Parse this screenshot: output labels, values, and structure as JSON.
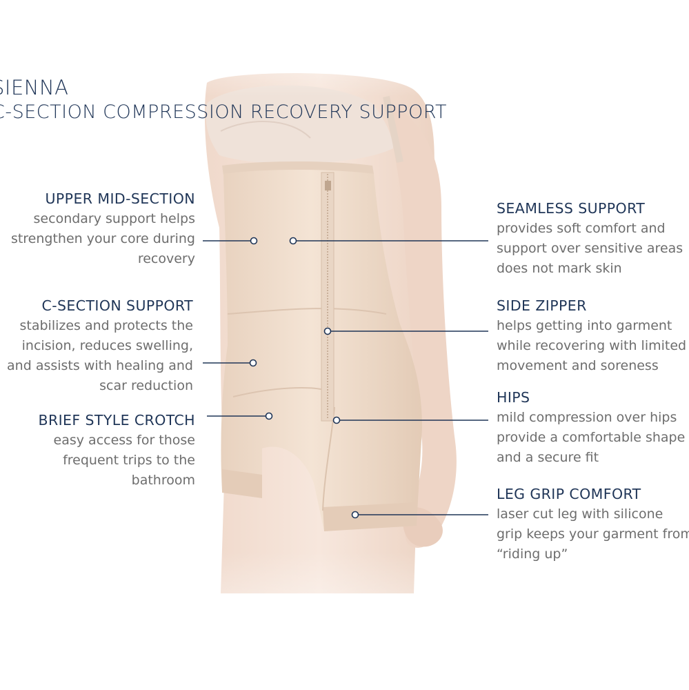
{
  "title": {
    "line1": "SIENNA",
    "line2": "C-SECTION COMPRESSION RECOVERY SUPPORT"
  },
  "callouts": {
    "upper_mid_section": {
      "heading": "UPPER MID-SECTION",
      "lines": [
        "secondary support helps",
        "strengthen your core during",
        "recovery"
      ]
    },
    "c_section_support": {
      "heading": "C-SECTION SUPPORT",
      "lines": [
        "stabilizes and protects the",
        "incision, reduces swelling,",
        "and assists with healing and",
        "scar reduction"
      ]
    },
    "brief_style_crotch": {
      "heading": "BRIEF STYLE CROTCH",
      "lines": [
        "easy access for those",
        "frequent trips to the",
        "bathroom"
      ]
    },
    "seamless_support": {
      "heading": "SEAMLESS SUPPORT",
      "lines": [
        "provides soft comfort and",
        "support over sensitive areas",
        "does not mark skin"
      ]
    },
    "side_zipper": {
      "heading": "SIDE ZIPPER",
      "lines": [
        "helps getting into garment",
        "while recovering with limited",
        "movement and soreness"
      ]
    },
    "hips": {
      "heading": "HIPS",
      "lines": [
        "mild compression over hips",
        "provide a comfortable shape",
        "and a secure fit"
      ]
    },
    "leg_grip_comfort": {
      "heading": "LEG GRIP COMFORT",
      "lines": [
        "laser cut leg with silicone",
        "grip keeps your garment from",
        "“riding up”"
      ]
    }
  },
  "colors": {
    "heading": "#1f3557",
    "body_text": "#6d6d6d",
    "leader_line": "#1f3557",
    "garment": "#efdccb",
    "skin": "#f3e1d6"
  }
}
